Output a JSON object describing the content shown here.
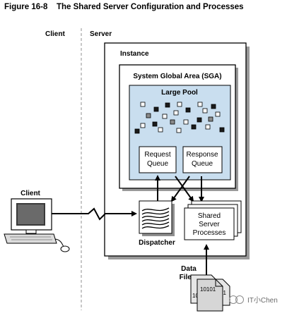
{
  "figure": {
    "number": "Figure 16-8",
    "title": "The Shared Server Configuration and Processes"
  },
  "labels": {
    "client_column": "Client",
    "server_column": "Server",
    "instance": "Instance",
    "sga": "System Global Area (SGA)",
    "large_pool": "Large Pool",
    "request_queue_line1": "Request",
    "request_queue_line2": "Queue",
    "response_queue_line1": "Response",
    "response_queue_line2": "Queue",
    "client_machine": "Client",
    "dispatcher": "Dispatcher",
    "shared_server_line1": "Shared",
    "shared_server_line2": "Server",
    "shared_server_line3": "Processes",
    "data_files_line1": "Data",
    "data_files_line2": "Files",
    "file_binary": "10101",
    "file_binary_back": "01",
    "file_binary_back2": "10"
  },
  "watermark": "IT小Chen",
  "colors": {
    "large_pool_fill": "#c9deef",
    "square_dark": "#1a1a1a",
    "square_gray": "#8a8a8a",
    "square_white": "#ffffff",
    "boundary_dash": "#b5b5b5"
  }
}
